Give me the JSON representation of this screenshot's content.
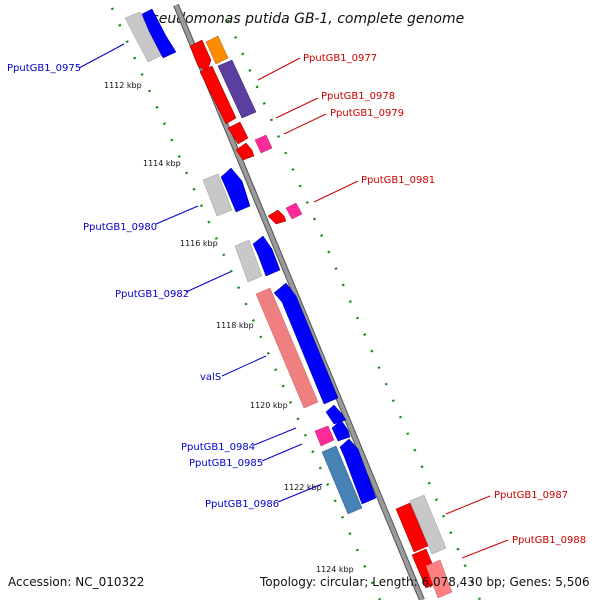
{
  "title": "Pseudomonas putida GB-1, complete genome",
  "footer": {
    "accession": "Accession: NC_010322",
    "topology": "Topology: circular; Length: 6,078,430 bp; Genes: 5,506"
  },
  "colors": {
    "backbone": "#8a8a8a",
    "tick_dots": "#1a8a1a",
    "forward_cds": "#0000ff",
    "reverse_cds": "#ff0000",
    "gene_grey": "#c0c0c0",
    "orange_feature": "#ff8c00",
    "purple_feature": "#5a3ea0",
    "pink_feature": "#ff2a9a",
    "salmon_feature": "#f08080",
    "steel_feature": "#4682b4",
    "label_forward": "#0000cc",
    "label_reverse": "#cc0000"
  },
  "ticks": [
    "1112 kbp",
    "1114 kbp",
    "1116 kbp",
    "1118 kbp",
    "1120 kbp",
    "1122 kbp",
    "1124 kbp"
  ],
  "labels_left": [
    "PputGB1_0975",
    "PputGB1_0980",
    "PputGB1_0982",
    "valS",
    "PputGB1_0984",
    "PputGB1_0985",
    "PputGB1_0986"
  ],
  "labels_right": [
    "PputGB1_0977",
    "PputGB1_0978",
    "PputGB1_0979",
    "PputGB1_0981",
    "PputGB1_0987",
    "PputGB1_0988"
  ]
}
